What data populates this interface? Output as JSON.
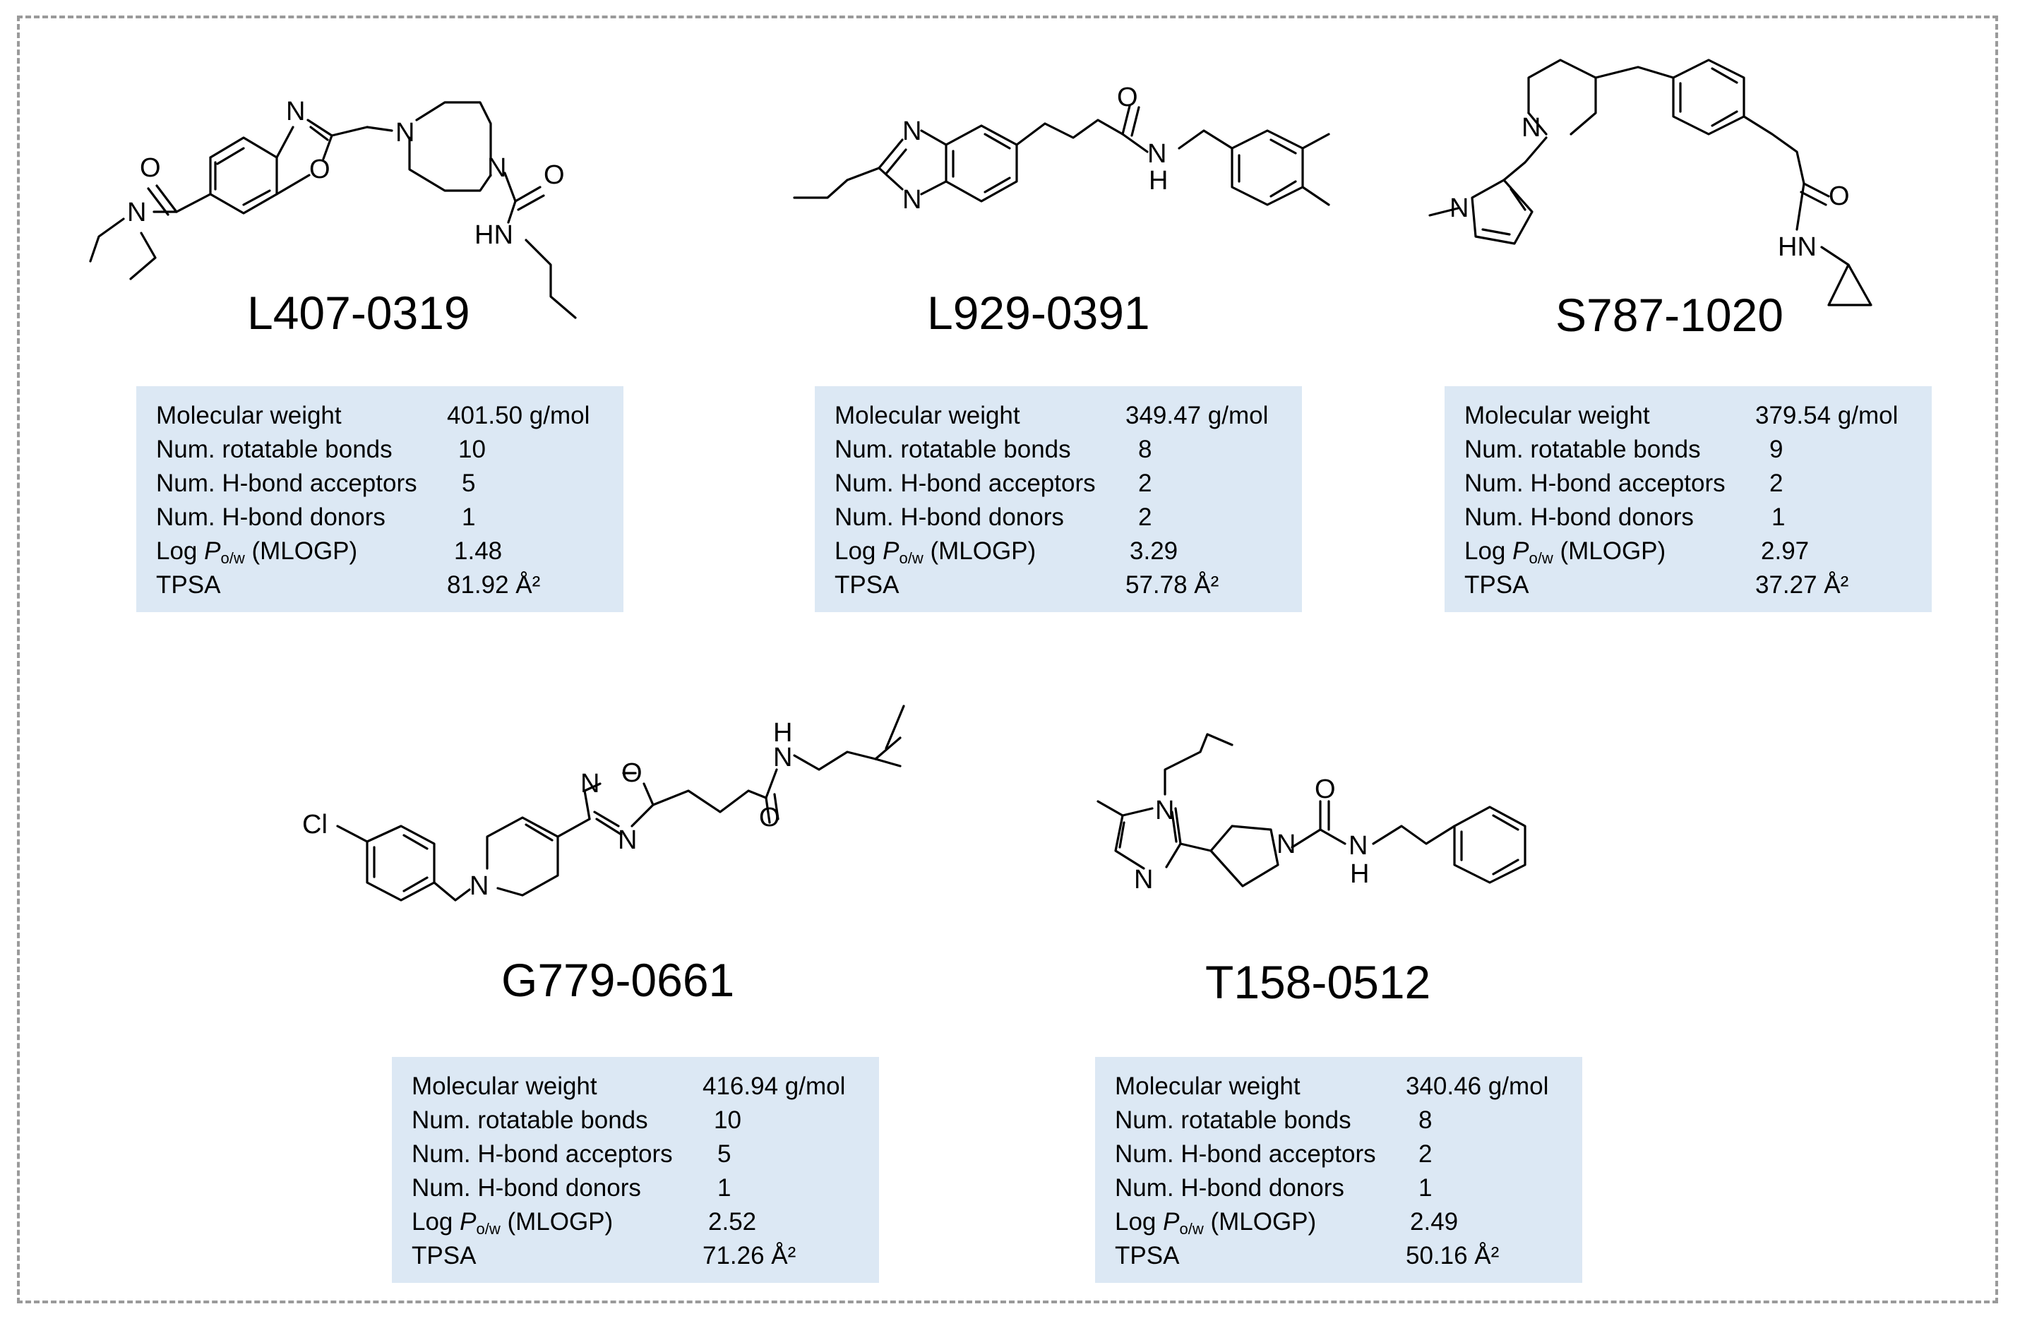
{
  "labels": {
    "mw": "Molecular weight",
    "rot": "Num. rotatable bonds",
    "acc": "Num. H-bond acceptors",
    "don": "Num. H-bond donors",
    "logp_prefix": "Log ",
    "logp_p": "P",
    "logp_sub": "o/w",
    "logp_suffix": " (MLOGP)",
    "tpsa": "TPSA"
  },
  "atoms": {
    "N": "N",
    "O": "O",
    "NH": "NH",
    "HN": "HN",
    "H": "H",
    "Cl": "Cl"
  },
  "compounds": [
    {
      "id": "L407-0319",
      "mw": "401.50 g/mol",
      "rot": "10",
      "acc": "5",
      "don": "1",
      "logp": "1.48",
      "tpsa": "81.92 Å²"
    },
    {
      "id": "L929-0391",
      "mw": "349.47 g/mol",
      "rot": "8",
      "acc": "2",
      "don": "2",
      "logp": "3.29",
      "tpsa": "57.78 Å²"
    },
    {
      "id": "S787-1020",
      "mw": "379.54 g/mol",
      "rot": "9",
      "acc": "2",
      "don": "1",
      "logp": "2.97",
      "tpsa": "37.27 Å²"
    },
    {
      "id": "G779-0661",
      "mw": "416.94 g/mol",
      "rot": "10",
      "acc": "5",
      "don": "1",
      "logp": "2.52",
      "tpsa": "71.26 Å²"
    },
    {
      "id": "T158-0512",
      "mw": "340.46 g/mol",
      "rot": "8",
      "acc": "2",
      "don": "1",
      "logp": "2.49",
      "tpsa": "50.16 Å²"
    }
  ]
}
